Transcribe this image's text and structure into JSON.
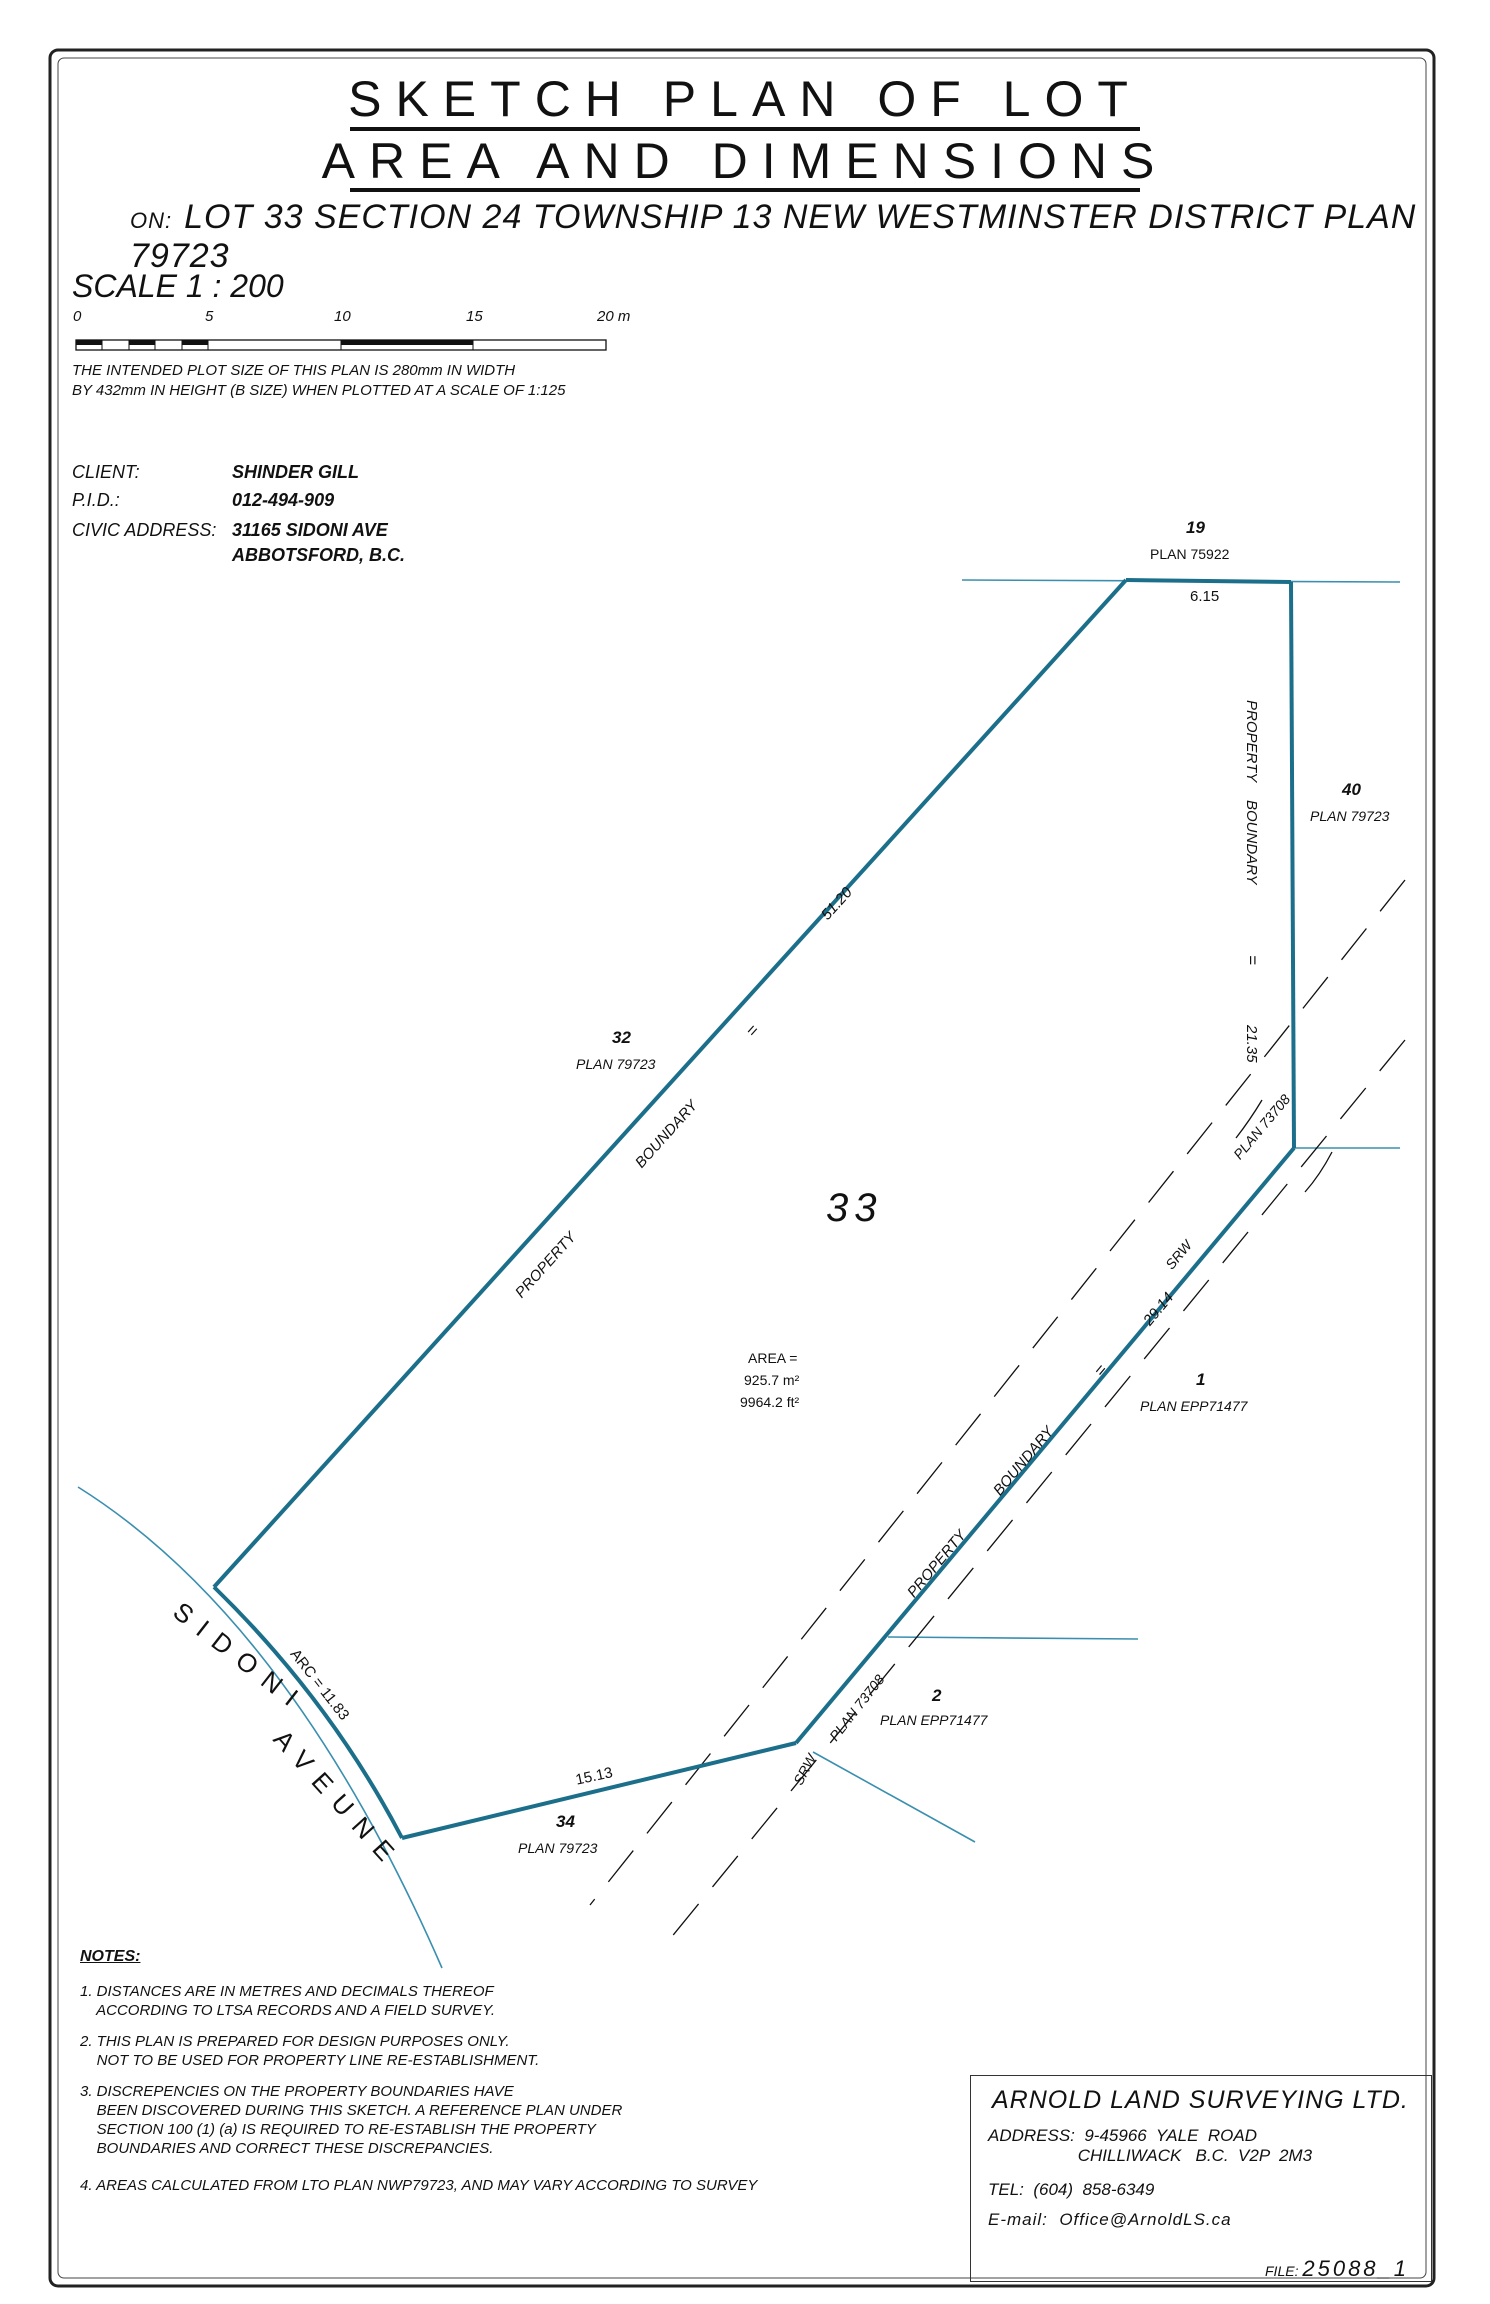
{
  "title": {
    "line1": "SKETCH PLAN OF LOT",
    "line2": "AREA AND DIMENSIONS"
  },
  "on": {
    "prefix": "ON:",
    "text": "LOT 33 SECTION 24 TOWNSHIP 13 NEW WESTMINSTER DISTRICT PLAN 79723"
  },
  "scale": {
    "label": "SCALE   1 : 200",
    "ticks": [
      "0",
      "5",
      "10",
      "15",
      "20 m"
    ],
    "note1": "THE INTENDED PLOT SIZE OF THIS PLAN IS 280mm IN WIDTH",
    "note2": "BY 432mm IN HEIGHT (B SIZE) WHEN PLOTTED AT A SCALE OF 1:125"
  },
  "info": {
    "client_label": "CLIENT:",
    "client_value": "SHINDER GILL",
    "pid_label": "P.I.D.:",
    "pid_value": "012-494-909",
    "civic_label": "CIVIC ADDRESS:",
    "civic_value1": "31165 SIDONI AVE",
    "civic_value2": "ABBOTSFORD, B.C."
  },
  "plan": {
    "lot_number": "33",
    "area_label": "AREA =",
    "area_m2": "925.7 m²",
    "area_ft2": "9964.2 ft²",
    "dim_north": "6.15",
    "dim_east": "21.35",
    "dim_nw": "51.20",
    "dim_se": "29.14",
    "dim_south": "15.13",
    "dim_arc": "ARC = 11.83",
    "property": "PROPERTY",
    "boundary": "BOUNDARY",
    "equals": "=",
    "srw": "SRW",
    "plan_73708": "PLAN  73708",
    "street_1": "SIDONI",
    "street_2": "AVEUNE",
    "neighbors": {
      "n19": "19",
      "n19_plan": "PLAN 75922",
      "n40": "40",
      "n40_plan": "PLAN 79723",
      "n32": "32",
      "n32_plan": "PLAN 79723",
      "n1": "1",
      "n1_plan": "PLAN EPP71477",
      "n2": "2",
      "n2_plan": "PLAN EPP71477",
      "n34": "34",
      "n34_plan": "PLAN 79723"
    }
  },
  "notes": {
    "heading": "NOTES:",
    "n1": "1. DISTANCES ARE IN METRES AND DECIMALS THEREOF\n    ACCORDING TO LTSA RECORDS AND A FIELD SURVEY.",
    "n2": "2. THIS PLAN IS PREPARED FOR DESIGN PURPOSES ONLY.\n    NOT TO BE USED FOR PROPERTY LINE RE-ESTABLISHMENT.",
    "n3": "3. DISCREPENCIES ON THE PROPERTY BOUNDARIES HAVE\n    BEEN DISCOVERED DURING THIS SKETCH. A REFERENCE PLAN UNDER\n    SECTION 100 (1) (a) IS REQUIRED TO RE-ESTABLISH THE PROPERTY\n    BOUNDARIES AND CORRECT THESE DISCREPANCIES.",
    "n4": "4. AREAS CALCULATED FROM LTO PLAN NWP79723, AND MAY VARY ACCORDING TO SURVEY"
  },
  "title_block": {
    "company": "ARNOLD LAND SURVEYING LTD.",
    "address": "ADDRESS:  9-45966  YALE  ROAD\n                   CHILLIWACK   B.C.  V2P  2M3",
    "tel": "TEL:  (604)  858-6349",
    "email": "E-mail:  Office@ArnoldLS.ca",
    "file_label": "FILE:",
    "file_value": "25088_1"
  },
  "colors": {
    "boundary": "#1c6f8a",
    "adjacent": "#3a8fb0",
    "ink": "#111111"
  }
}
